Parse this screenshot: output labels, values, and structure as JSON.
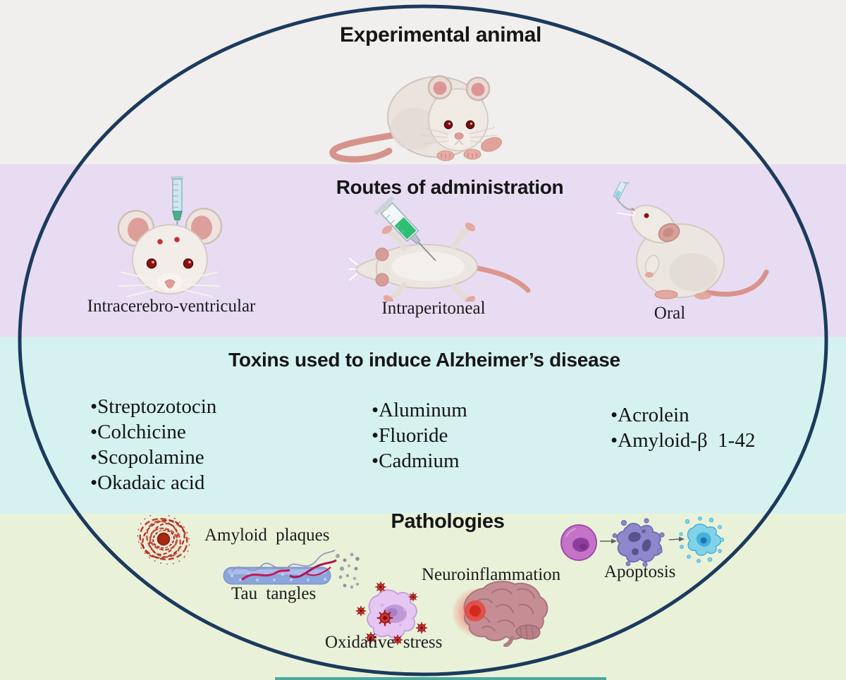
{
  "figure": {
    "type": "review-diagram",
    "subject": "Toxin-induced Alzheimer's disease animal models"
  },
  "colors": {
    "outline": "#1c3a5e",
    "band_experimental": "#f0efed",
    "band_routes": "#e8dcf2",
    "band_toxins": "#d5f2f0",
    "band_pathologies": "#e9f2d9",
    "bottom_edge": "#2f9e94"
  },
  "bands": {
    "experimental": {
      "title": "Experimental animal",
      "icon": "lab-rat"
    },
    "routes": {
      "title": "Routes of administration"
    },
    "toxins": {
      "title": "Toxins used to induce Alzheimer’s disease"
    },
    "pathologies": {
      "title": "Pathologies"
    }
  },
  "routes": {
    "items": [
      {
        "label": "Intracerebro-ventricular",
        "icon": "icv-mouse-with-syringe"
      },
      {
        "label": "Intraperitoneal",
        "icon": "supine-rat-with-syringe"
      },
      {
        "label": "Oral",
        "icon": "sitting-rat-with-gavage"
      }
    ]
  },
  "toxins": {
    "columns": [
      [
        "•Streptozotocin",
        "•Colchicine",
        "•Scopolamine",
        "•Okadaic acid"
      ],
      [
        "•Aluminum",
        "•Fluoride",
        "•Cadmium"
      ],
      [
        "•Acrolein",
        "•Amyloid-β  1-42"
      ]
    ]
  },
  "pathologies": {
    "items": [
      {
        "label": "Amyloid  plaques",
        "icon": "amyloid-plaque"
      },
      {
        "label": "Tau  tangles",
        "icon": "tau-tangle"
      },
      {
        "label": "Oxidative  stress",
        "icon": "oxidative-stress-cell"
      },
      {
        "label": "Neuroinflammation",
        "icon": "inflamed-brain"
      },
      {
        "label": "Apoptosis",
        "icon": "apoptosis-cell-sequence"
      }
    ]
  }
}
